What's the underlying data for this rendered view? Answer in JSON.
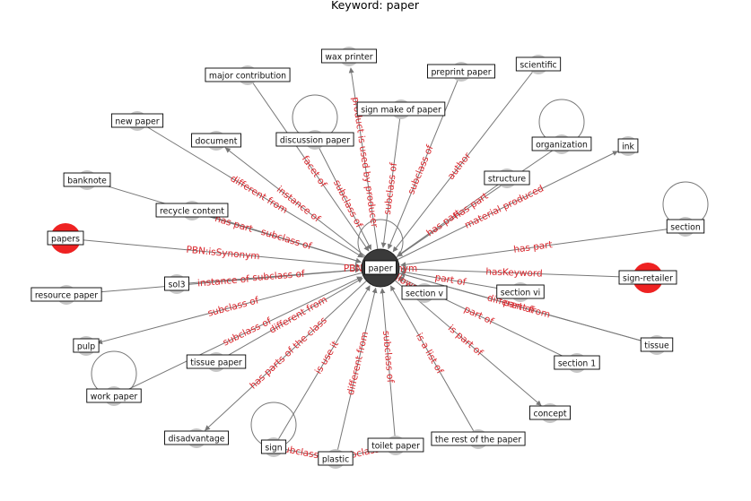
{
  "title": "Keyword: paper",
  "colors": {
    "center_node": "#3a3a3a",
    "highlight_node": "#ee2222",
    "default_node": "#c6c6c6",
    "edge": "#777777",
    "edge_label": "#d9262c"
  },
  "nodes": [
    {
      "id": "paper",
      "label": "paper",
      "kind": "center"
    },
    {
      "id": "wax_printer",
      "label": "wax printer",
      "kind": "default"
    },
    {
      "id": "preprint_paper",
      "label": "preprint paper",
      "kind": "default"
    },
    {
      "id": "scientific",
      "label": "scientific",
      "kind": "default"
    },
    {
      "id": "major_contribution",
      "label": "major contribution",
      "kind": "default"
    },
    {
      "id": "sign_make_of_paper",
      "label": "sign make of paper",
      "kind": "default"
    },
    {
      "id": "new_paper",
      "label": "new paper",
      "kind": "default"
    },
    {
      "id": "discussion_paper",
      "label": "discussion paper",
      "kind": "default"
    },
    {
      "id": "document",
      "label": "document",
      "kind": "default"
    },
    {
      "id": "organization",
      "label": "organization",
      "kind": "default"
    },
    {
      "id": "ink",
      "label": "ink",
      "kind": "default"
    },
    {
      "id": "structure",
      "label": "structure",
      "kind": "default"
    },
    {
      "id": "banknote",
      "label": "banknote",
      "kind": "default"
    },
    {
      "id": "recycle_content",
      "label": "recycle content",
      "kind": "default"
    },
    {
      "id": "section",
      "label": "section",
      "kind": "default"
    },
    {
      "id": "papers",
      "label": "papers",
      "kind": "highlight"
    },
    {
      "id": "sign_retailer",
      "label": "sign-retailer",
      "kind": "highlight"
    },
    {
      "id": "sol3",
      "label": "sol3",
      "kind": "default"
    },
    {
      "id": "resource_paper",
      "label": "resource paper",
      "kind": "default"
    },
    {
      "id": "section_v",
      "label": "section v",
      "kind": "default"
    },
    {
      "id": "section_vi",
      "label": "section vi",
      "kind": "default"
    },
    {
      "id": "pulp",
      "label": "pulp",
      "kind": "default"
    },
    {
      "id": "tissue",
      "label": "tissue",
      "kind": "default"
    },
    {
      "id": "tissue_paper",
      "label": "tissue paper",
      "kind": "default"
    },
    {
      "id": "section_1",
      "label": "section 1",
      "kind": "default"
    },
    {
      "id": "work_paper",
      "label": "work paper",
      "kind": "default"
    },
    {
      "id": "concept",
      "label": "concept",
      "kind": "default"
    },
    {
      "id": "disadvantage",
      "label": "disadvantage",
      "kind": "default"
    },
    {
      "id": "the_rest_of_the_paper",
      "label": "the rest of the paper",
      "kind": "default"
    },
    {
      "id": "sign",
      "label": "sign",
      "kind": "default"
    },
    {
      "id": "toilet_paper",
      "label": "toilet paper",
      "kind": "default"
    },
    {
      "id": "plastic",
      "label": "plastic",
      "kind": "default"
    }
  ],
  "edges": [
    {
      "from": "paper",
      "to": "wax_printer",
      "label": "product is used by producer"
    },
    {
      "from": "sign_make_of_paper",
      "to": "paper",
      "label": "subclass of"
    },
    {
      "from": "preprint_paper",
      "to": "paper",
      "label": "subclass of"
    },
    {
      "from": "scientific",
      "to": "paper",
      "label": "author"
    },
    {
      "from": "major_contribution",
      "to": "paper",
      "label": "facet of"
    },
    {
      "from": "discussion_paper",
      "to": "paper",
      "label": "subclass of"
    },
    {
      "from": "paper",
      "to": "discussion_paper",
      "label": "",
      "self_loop": true
    },
    {
      "from": "new_paper",
      "to": "paper",
      "label": "different from"
    },
    {
      "from": "paper",
      "to": "document",
      "label": "instance of"
    },
    {
      "from": "paper",
      "to": "organization",
      "label": "",
      "self_loop": true
    },
    {
      "from": "organization",
      "to": "paper",
      "label": "has part"
    },
    {
      "from": "paper",
      "to": "ink",
      "label": "material produced"
    },
    {
      "from": "structure",
      "to": "paper",
      "label": "has part"
    },
    {
      "from": "banknote",
      "to": "paper",
      "label": "has part"
    },
    {
      "from": "recycle_content",
      "to": "paper",
      "label": "subclass of"
    },
    {
      "from": "papers",
      "to": "paper",
      "label": "PBN:isSynonym"
    },
    {
      "from": "paper",
      "to": "paper",
      "label": "PBN:isSynonym",
      "self_loop": true
    },
    {
      "from": "section",
      "to": "paper",
      "label": "has part"
    },
    {
      "from": "paper",
      "to": "section",
      "label": "",
      "self_loop": true
    },
    {
      "from": "sign_retailer",
      "to": "paper",
      "label": "hasKeyword"
    },
    {
      "from": "tissue",
      "to": "paper",
      "label": "part of"
    },
    {
      "from": "sol3",
      "to": "paper",
      "label": "subclass of"
    },
    {
      "from": "resource_paper",
      "to": "paper",
      "label": "instance of"
    },
    {
      "from": "section_vi",
      "to": "paper",
      "label": "part of"
    },
    {
      "from": "section_v",
      "to": "paper",
      "label": "follows"
    },
    {
      "from": "paper",
      "to": "tissue",
      "label": "different from"
    },
    {
      "from": "section_1",
      "to": "paper",
      "label": "part of"
    },
    {
      "from": "paper",
      "to": "pulp",
      "label": "subclass of"
    },
    {
      "from": "tissue_paper",
      "to": "paper",
      "label": "different from"
    },
    {
      "from": "work_paper",
      "to": "paper",
      "label": "subclass of"
    },
    {
      "from": "paper",
      "to": "concept",
      "label": "is part of"
    },
    {
      "from": "paper",
      "to": "disadvantage",
      "label": "has parts of the class"
    },
    {
      "from": "the_rest_of_the_paper",
      "to": "paper",
      "label": "is a list of"
    },
    {
      "from": "sign",
      "to": "paper",
      "label": "is use it"
    },
    {
      "from": "plastic",
      "to": "paper",
      "label": "different from"
    },
    {
      "from": "toilet_paper",
      "to": "paper",
      "label": "subclass of"
    },
    {
      "from": "sign",
      "to": "plastic",
      "label": "subclass of"
    },
    {
      "from": "toilet_paper",
      "to": "plastic",
      "label": "subclass of"
    },
    {
      "from": "paper",
      "to": "work_paper",
      "label": "",
      "self_loop": true
    },
    {
      "from": "paper",
      "to": "sign",
      "label": "",
      "self_loop": true
    }
  ]
}
